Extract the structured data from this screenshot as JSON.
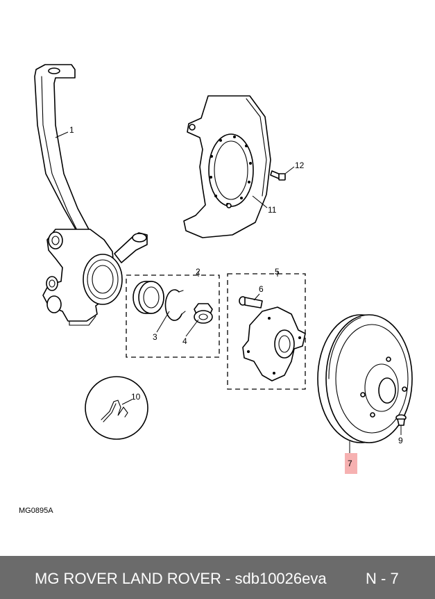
{
  "diagram": {
    "callouts": [
      "1",
      "2",
      "3",
      "4",
      "5",
      "6",
      "7",
      "9",
      "10",
      "11",
      "12"
    ],
    "drawing_code": "MG0895A",
    "highlight_color": "#f4a3a3"
  },
  "footer": {
    "title": "MG ROVER LAND ROVER - sdb10026eva",
    "page": "N - 7",
    "background": "#6b6b6b"
  }
}
